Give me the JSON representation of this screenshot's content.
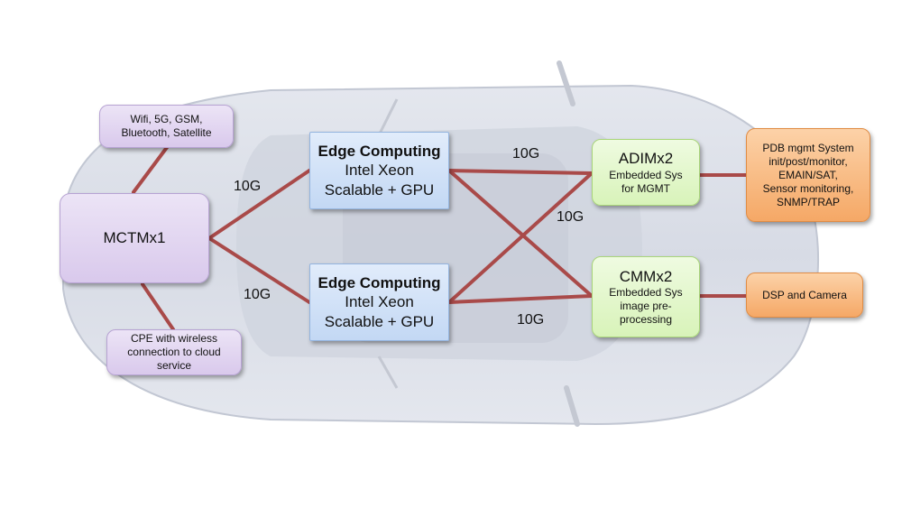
{
  "colors": {
    "link": "#a94a49",
    "purple": "#d9c9ec",
    "blue": "#c3d8f4",
    "green": "#d8f3b9",
    "orange": "#f5a866"
  },
  "nodes": {
    "wireless": {
      "lines": [
        "Wifi, 5G, GSM,",
        "Bluetooth, Satellite"
      ]
    },
    "mctm": {
      "lines": [
        "MCTMx1"
      ]
    },
    "cpe": {
      "lines": [
        "CPE with wireless",
        "connection to cloud",
        "service"
      ]
    },
    "edge1": {
      "title": "Edge Computing",
      "lines": [
        "Intel Xeon",
        "Scalable + GPU"
      ]
    },
    "edge2": {
      "title": "Edge Computing",
      "lines": [
        "Intel Xeon",
        "Scalable + GPU"
      ]
    },
    "adim": {
      "title": "ADIMx2",
      "lines": [
        "Embedded Sys",
        "for MGMT"
      ]
    },
    "cmm": {
      "title": "CMMx2",
      "lines": [
        "Embedded Sys",
        "image pre-",
        "processing"
      ]
    },
    "pdb": {
      "lines": [
        "PDB mgmt System",
        "init/post/monitor,",
        "EMAIN/SAT,",
        "Sensor monitoring,",
        "SNMP/TRAP"
      ]
    },
    "dsp": {
      "lines": [
        "DSP and Camera"
      ]
    }
  },
  "link_labels": {
    "mctm_edge1": "10G",
    "mctm_edge2": "10G",
    "edge_adim": "10G",
    "cross": "10G",
    "edge_cmm": "10G"
  }
}
